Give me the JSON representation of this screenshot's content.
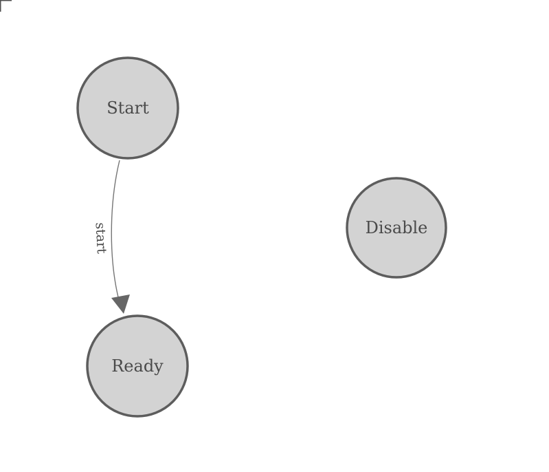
{
  "diagram": {
    "nodes": [
      {
        "label": "Start"
      },
      {
        "label": "Ready"
      },
      {
        "label": "Disable"
      }
    ],
    "edges": [
      {
        "from": "Start",
        "to": "Ready",
        "label": "start"
      }
    ]
  },
  "colors": {
    "canvas_bg": "#ffffff",
    "node_fill": "#d3d3d3",
    "node_stroke": "#5d5d5d",
    "node_label_text": "#4a4a4a",
    "edge_line": "#757575",
    "edge_arrowhead": "#666666",
    "edge_label_text": "#4a4a4a",
    "origin_corner": "#4f4f4f"
  }
}
